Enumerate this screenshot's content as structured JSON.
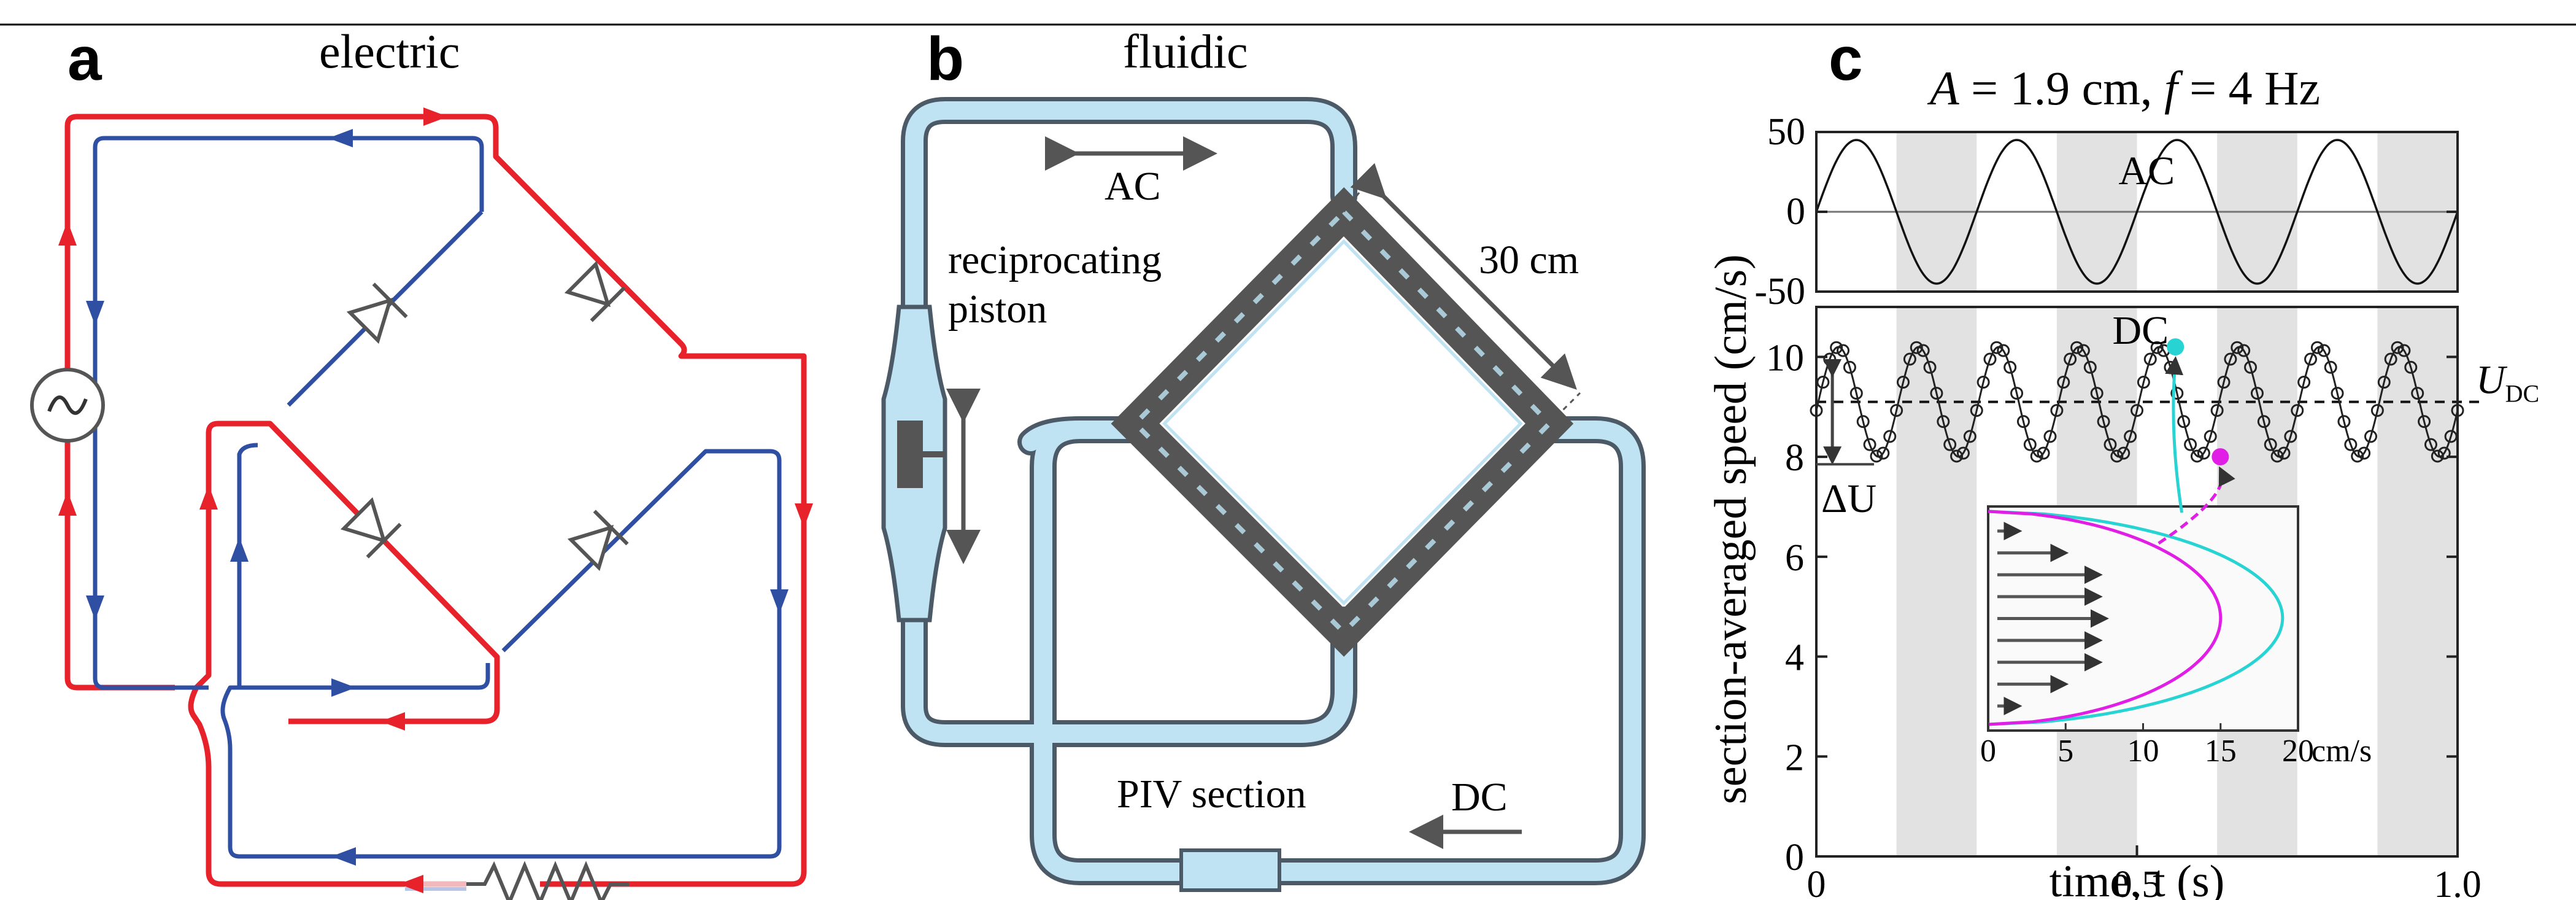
{
  "panels": {
    "a": {
      "letter": "a",
      "title": "electric"
    },
    "b": {
      "letter": "b",
      "title": "fluidic",
      "ac_label": "AC",
      "piston_line1": "reciprocating",
      "piston_line2": "piston",
      "length_label": "30 cm",
      "piv_label": "PIV section",
      "dc_label": "DC"
    },
    "c": {
      "letter": "c",
      "title_A": "A",
      "title_A_val": " = 1.9 cm,  ",
      "title_f": "f",
      "title_f_val": " = 4 Hz"
    }
  },
  "colors": {
    "red": "#e8222b",
    "blue": "#2f4fa3",
    "fluid": "#bfe3f2",
    "fluid_edge": "#4b5a66",
    "gray": "#555555",
    "band": "#e2e2e2",
    "cyan": "#28d3d3",
    "magenta": "#e11ee6"
  },
  "chart_data": [
    {
      "type": "line",
      "name": "AC",
      "label": "AC",
      "xlim": [
        0,
        1.0
      ],
      "ylim": [
        -50,
        50
      ],
      "yticks": [
        "50",
        "0",
        "-50"
      ],
      "frequency_hz": 4,
      "amplitude": 45,
      "shaded_bands": [
        [
          0.125,
          0.25
        ],
        [
          0.375,
          0.5
        ],
        [
          0.625,
          0.75
        ],
        [
          0.875,
          1.0
        ]
      ]
    },
    {
      "type": "scatter",
      "name": "DC",
      "label": "DC",
      "xlim": [
        0,
        1.0
      ],
      "ylim": [
        0,
        11
      ],
      "yticks": [
        "0",
        "2",
        "4",
        "6",
        "8",
        "10"
      ],
      "xticks": [
        "0",
        "0.5",
        "1.0"
      ],
      "xlabel": "time, t (s)",
      "ylabel": "section-averaged speed (cm/s)",
      "mean": 9.1,
      "amplitude": 1.1,
      "period": 0.125,
      "udc_label": "U",
      "udc_sub": "DC",
      "delta_label": "ΔU",
      "highlight_cyan": {
        "t": 0.56,
        "v": 10.2
      },
      "highlight_magenta": {
        "t": 0.63,
        "v": 8.0
      }
    },
    {
      "type": "line",
      "name": "velocity-profile-inset",
      "xticks": [
        "0",
        "5",
        "10",
        "15",
        "20"
      ],
      "xunit": "cm/s",
      "xlim": [
        0,
        20
      ],
      "cyan_peak": 19,
      "magenta_peak": 15,
      "arrow_lengths": [
        2,
        5,
        7.2,
        7.2,
        7.6,
        7.2,
        7.2,
        5,
        2
      ]
    }
  ]
}
